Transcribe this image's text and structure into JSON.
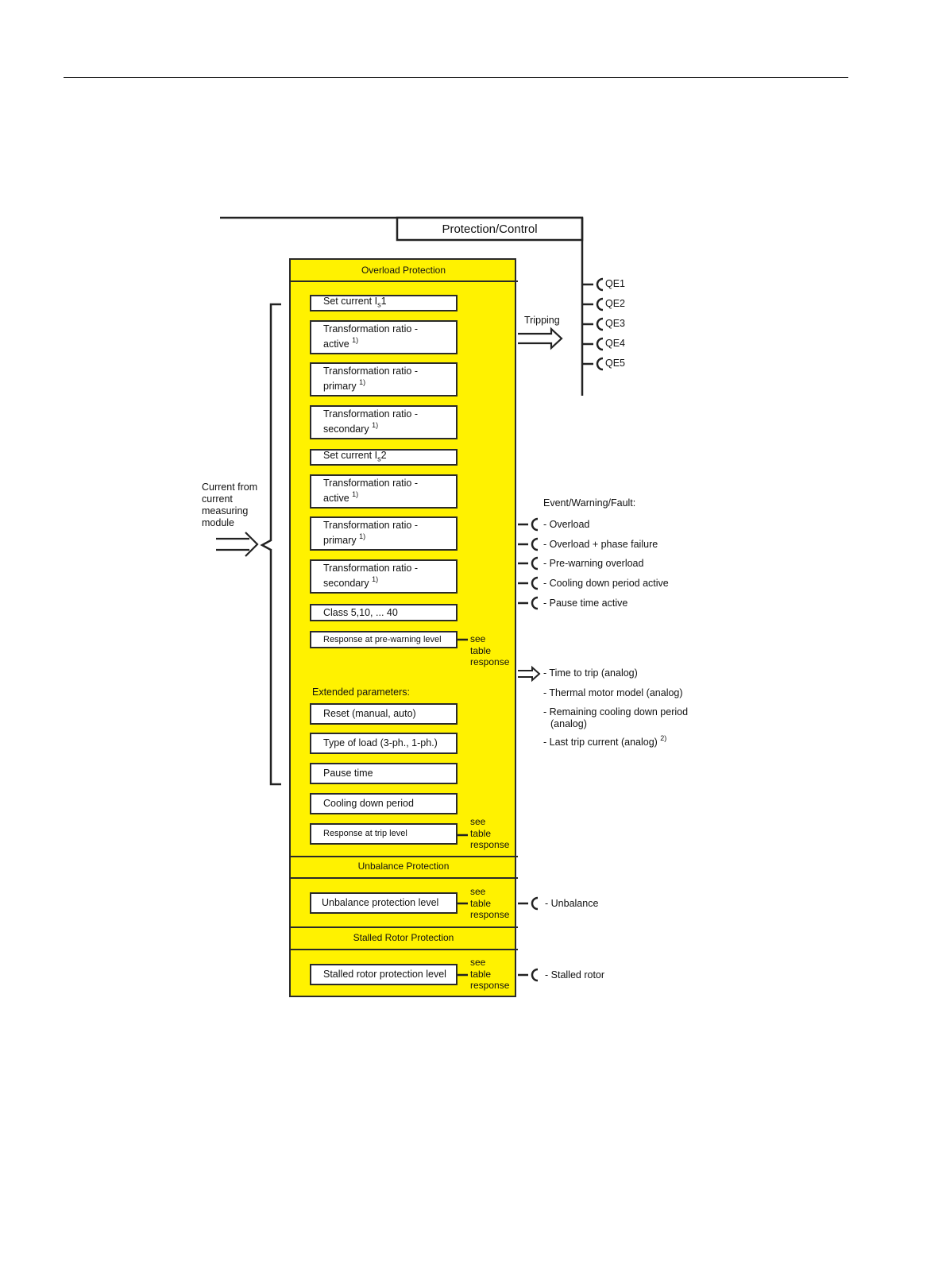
{
  "header": {
    "title": "Protection/Control"
  },
  "outputs_qe": [
    "QE1",
    "QE2",
    "QE3",
    "QE4",
    "QE5"
  ],
  "tripping_label": "Tripping",
  "input_label": [
    "Current from",
    "current",
    "measuring",
    "module"
  ],
  "overload": {
    "title": "Overload Protection",
    "params": [
      {
        "line1": "Set current I",
        "sub": "s",
        "tail": "1"
      },
      {
        "line1": "Transformation ratio -",
        "line2": "active",
        "note": "1)"
      },
      {
        "line1": "Transformation ratio -",
        "line2": "primary",
        "note": "1)"
      },
      {
        "line1": "Transformation ratio -",
        "line2": "secondary",
        "note": "1)"
      },
      {
        "line1": "Set current I",
        "sub": "s",
        "tail": "2"
      },
      {
        "line1": "Transformation ratio -",
        "line2": "active",
        "note": "1)"
      },
      {
        "line1": "Transformation ratio -",
        "line2": "primary",
        "note": "1)"
      },
      {
        "line1": "Transformation ratio -",
        "line2": "secondary",
        "note": "1)"
      },
      {
        "line1": "Class 5,10, ... 40"
      },
      {
        "line1": "Response at pre-warning level"
      }
    ],
    "extended_label": "Extended parameters:",
    "extended": [
      "Reset (manual, auto)",
      "Type of load (3-ph., 1-ph.)",
      "Pause time",
      "Cooling down period",
      "Response at trip level"
    ]
  },
  "see_table": [
    "see",
    "table",
    "response"
  ],
  "unbalance": {
    "title": "Unbalance Protection",
    "param": "Unbalance protection level",
    "output": "- Unbalance"
  },
  "stalled": {
    "title": "Stalled Rotor Protection",
    "param": "Stalled rotor protection level",
    "output": "- Stalled rotor"
  },
  "events": {
    "title": "Event/Warning/Fault:",
    "items": [
      "- Overload",
      "- Overload + phase failure",
      "- Pre-warning overload",
      "- Cooling down period active",
      "- Pause time active"
    ]
  },
  "analog": {
    "items": [
      "- Time to trip (analog)",
      "- Thermal motor model (analog)",
      "- Remaining cooling down period",
      "(analog)",
      "- Last trip current (analog)"
    ],
    "last_note": "2)"
  }
}
